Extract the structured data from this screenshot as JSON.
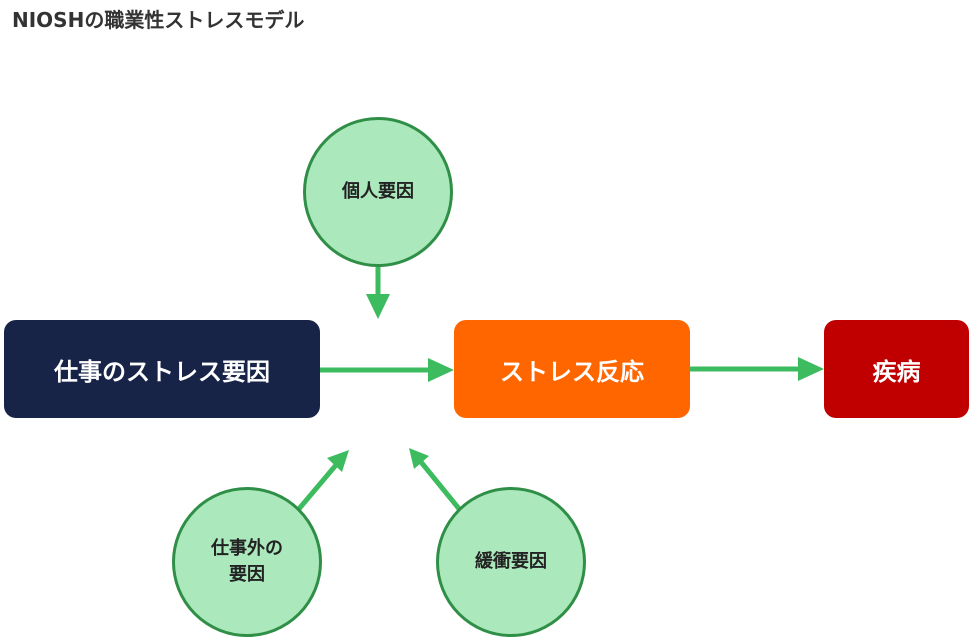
{
  "title": "NIOSHの職業性ストレスモデル",
  "nodes": {
    "work_stressors": "仕事のストレス要因",
    "stress_response": "ストレス反応",
    "illness": "疾病",
    "individual_factors": "個人要因",
    "non_work_factors": "仕事外の\n要因",
    "buffer_factors": "緩衝要因"
  },
  "colors": {
    "work_box": "#172448",
    "stress_box": "#ff6600",
    "illness_box": "#c00000",
    "circle_fill": "#abe8bc",
    "circle_border": "#2f8f47",
    "arrow": "#3dbb5f"
  }
}
